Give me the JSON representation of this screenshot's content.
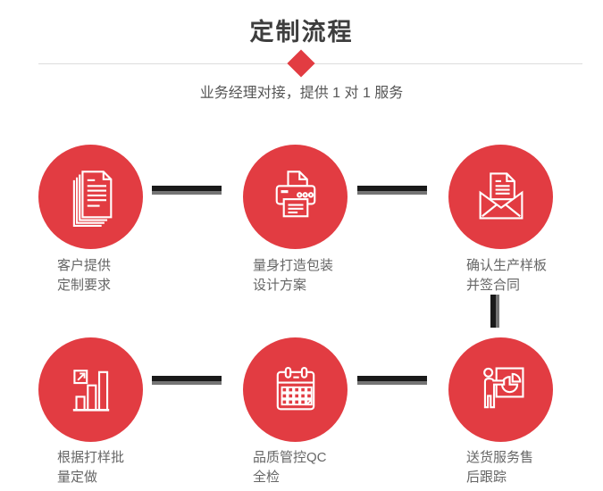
{
  "header": {
    "title": "定制流程",
    "subtitle": "业务经理对接，提供 1 对 1 服务"
  },
  "colors": {
    "accent_red": "#e23c42",
    "title_text": "#3e3e3e",
    "subtitle_text": "#555555",
    "label_text": "#666666",
    "divider_line": "#dcdcdc",
    "connector_black": "#1a1a1a",
    "connector_gray": "#757575",
    "icon_stroke": "#ffffff"
  },
  "steps": [
    {
      "icon": "documents-icon",
      "label_lines": [
        "客户提供",
        "定制要求"
      ]
    },
    {
      "icon": "printer-icon",
      "label_lines": [
        "量身打造包装",
        "设计方案"
      ]
    },
    {
      "icon": "envelope-icon",
      "label_lines": [
        "确认生产样板",
        "并签合同"
      ]
    },
    {
      "icon": "bar-chart-icon",
      "label_lines": [
        "根据打样批",
        "量定做"
      ]
    },
    {
      "icon": "calendar-icon",
      "label_lines": [
        "品质管控QC",
        "全检"
      ]
    },
    {
      "icon": "presentation-icon",
      "label_lines": [
        "送货服务售",
        "后跟踪"
      ]
    }
  ]
}
